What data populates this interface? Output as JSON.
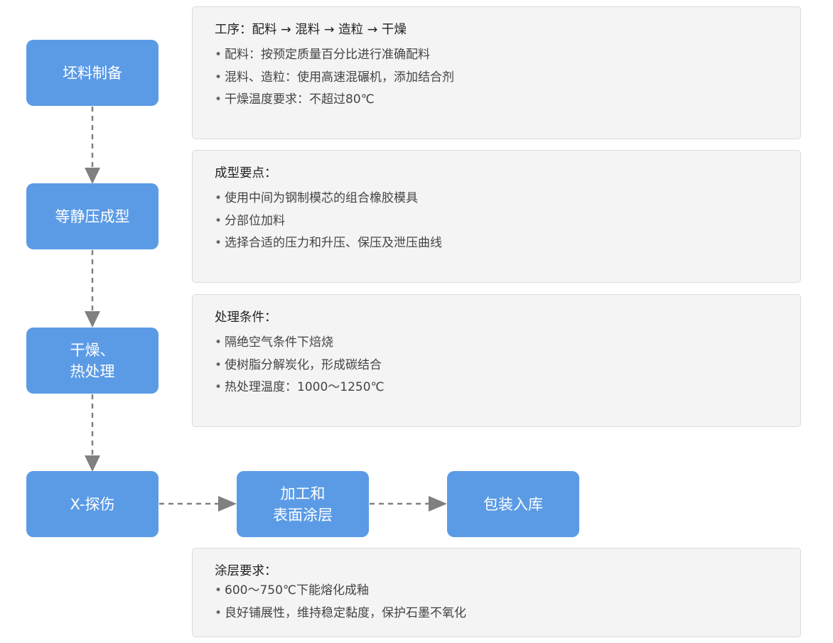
{
  "steps": {
    "prepare": "坯料制备",
    "press": "等静压成型",
    "dry_heat": "干燥、\n热处理",
    "xray": "X-探伤",
    "machining": "加工和\n表面涂层",
    "packaging": "包装入库"
  },
  "notes": {
    "process": {
      "title": "工序：配料 → 混料 → 造粒 → 干燥",
      "items": [
        "配料：按预定质量百分比进行准确配料",
        "混料、造粒：使用高速混碾机，添加结合剂",
        "干燥温度要求：不超过80℃"
      ]
    },
    "forming": {
      "title": "成型要点：",
      "items": [
        "使用中间为钢制模芯的组合橡胶模具",
        "分部位加料",
        "选择合适的压力和升压、保压及泄压曲线"
      ]
    },
    "treatment": {
      "title": "处理条件：",
      "items": [
        "隔绝空气条件下焙烧",
        "使树脂分解炭化，形成碳结合",
        "热处理温度：1000～1250℃"
      ]
    },
    "coating": {
      "title": "涂层要求：",
      "items": [
        "600～750℃下能熔化成釉",
        "良好铺展性，维持稳定黏度，保护石墨不氧化"
      ]
    }
  },
  "colors": {
    "step_fill": "#5b9be6",
    "connector": "#808080",
    "note_fill": "#f4f4f4",
    "note_border": "#dcdcdc"
  }
}
